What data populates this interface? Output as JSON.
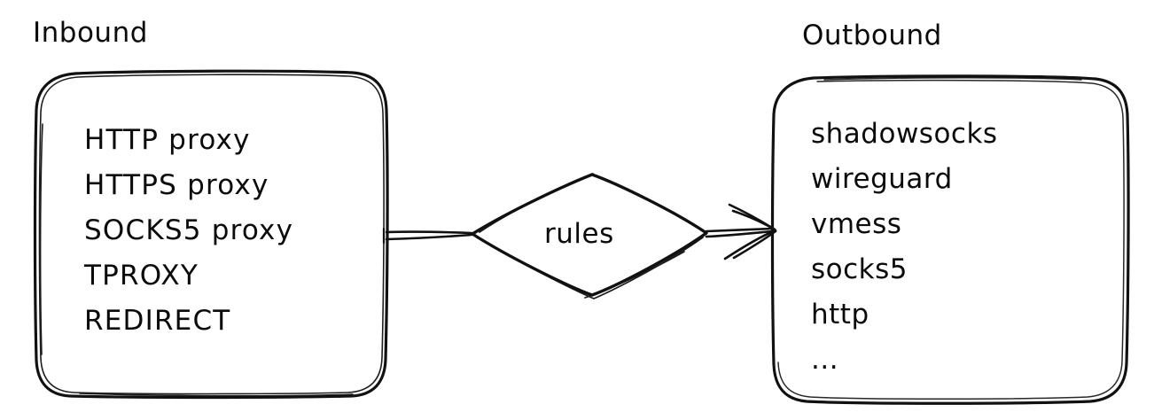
{
  "diagram": {
    "type": "flow",
    "background_color": "#ffffff",
    "stroke_color": "#111111",
    "style": "hand-drawn",
    "inbound": {
      "title": "Inbound",
      "items": [
        "HTTP proxy",
        "HTTPS proxy",
        "SOCKS5 proxy",
        "TPROXY",
        "REDIRECT"
      ]
    },
    "router": {
      "label": "rules",
      "shape": "diamond"
    },
    "outbound": {
      "title": "Outbound",
      "items": [
        "shadowsocks",
        "wireguard",
        "vmess",
        "socks5",
        "http",
        "..."
      ]
    },
    "connections": [
      {
        "from": "inbound",
        "to": "rules",
        "arrow": false
      },
      {
        "from": "rules",
        "to": "outbound",
        "arrow": true
      }
    ]
  }
}
